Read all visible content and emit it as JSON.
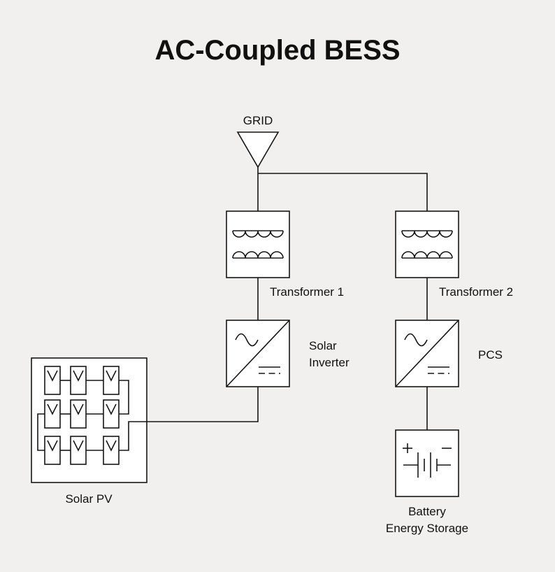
{
  "title": "AC-Coupled BESS",
  "nodes": {
    "grid": {
      "label": "GRID"
    },
    "transformer1": {
      "label": "Transformer 1"
    },
    "transformer2": {
      "label": "Transformer 2"
    },
    "solar_inverter": {
      "label": "Solar\nInverter"
    },
    "pcs": {
      "label": "PCS"
    },
    "battery": {
      "label": "Battery\nEnergy Storage"
    },
    "solar_pv": {
      "label": "Solar PV"
    }
  },
  "connections": [
    "grid - transformer1",
    "grid - transformer2",
    "transformer1 - solar_inverter",
    "transformer2 - pcs",
    "solar_inverter - solar_pv",
    "pcs - battery"
  ],
  "colors": {
    "background": "#f1f0ee",
    "stroke": "#161616",
    "box_fill": "#ffffff",
    "text": "#101010"
  }
}
